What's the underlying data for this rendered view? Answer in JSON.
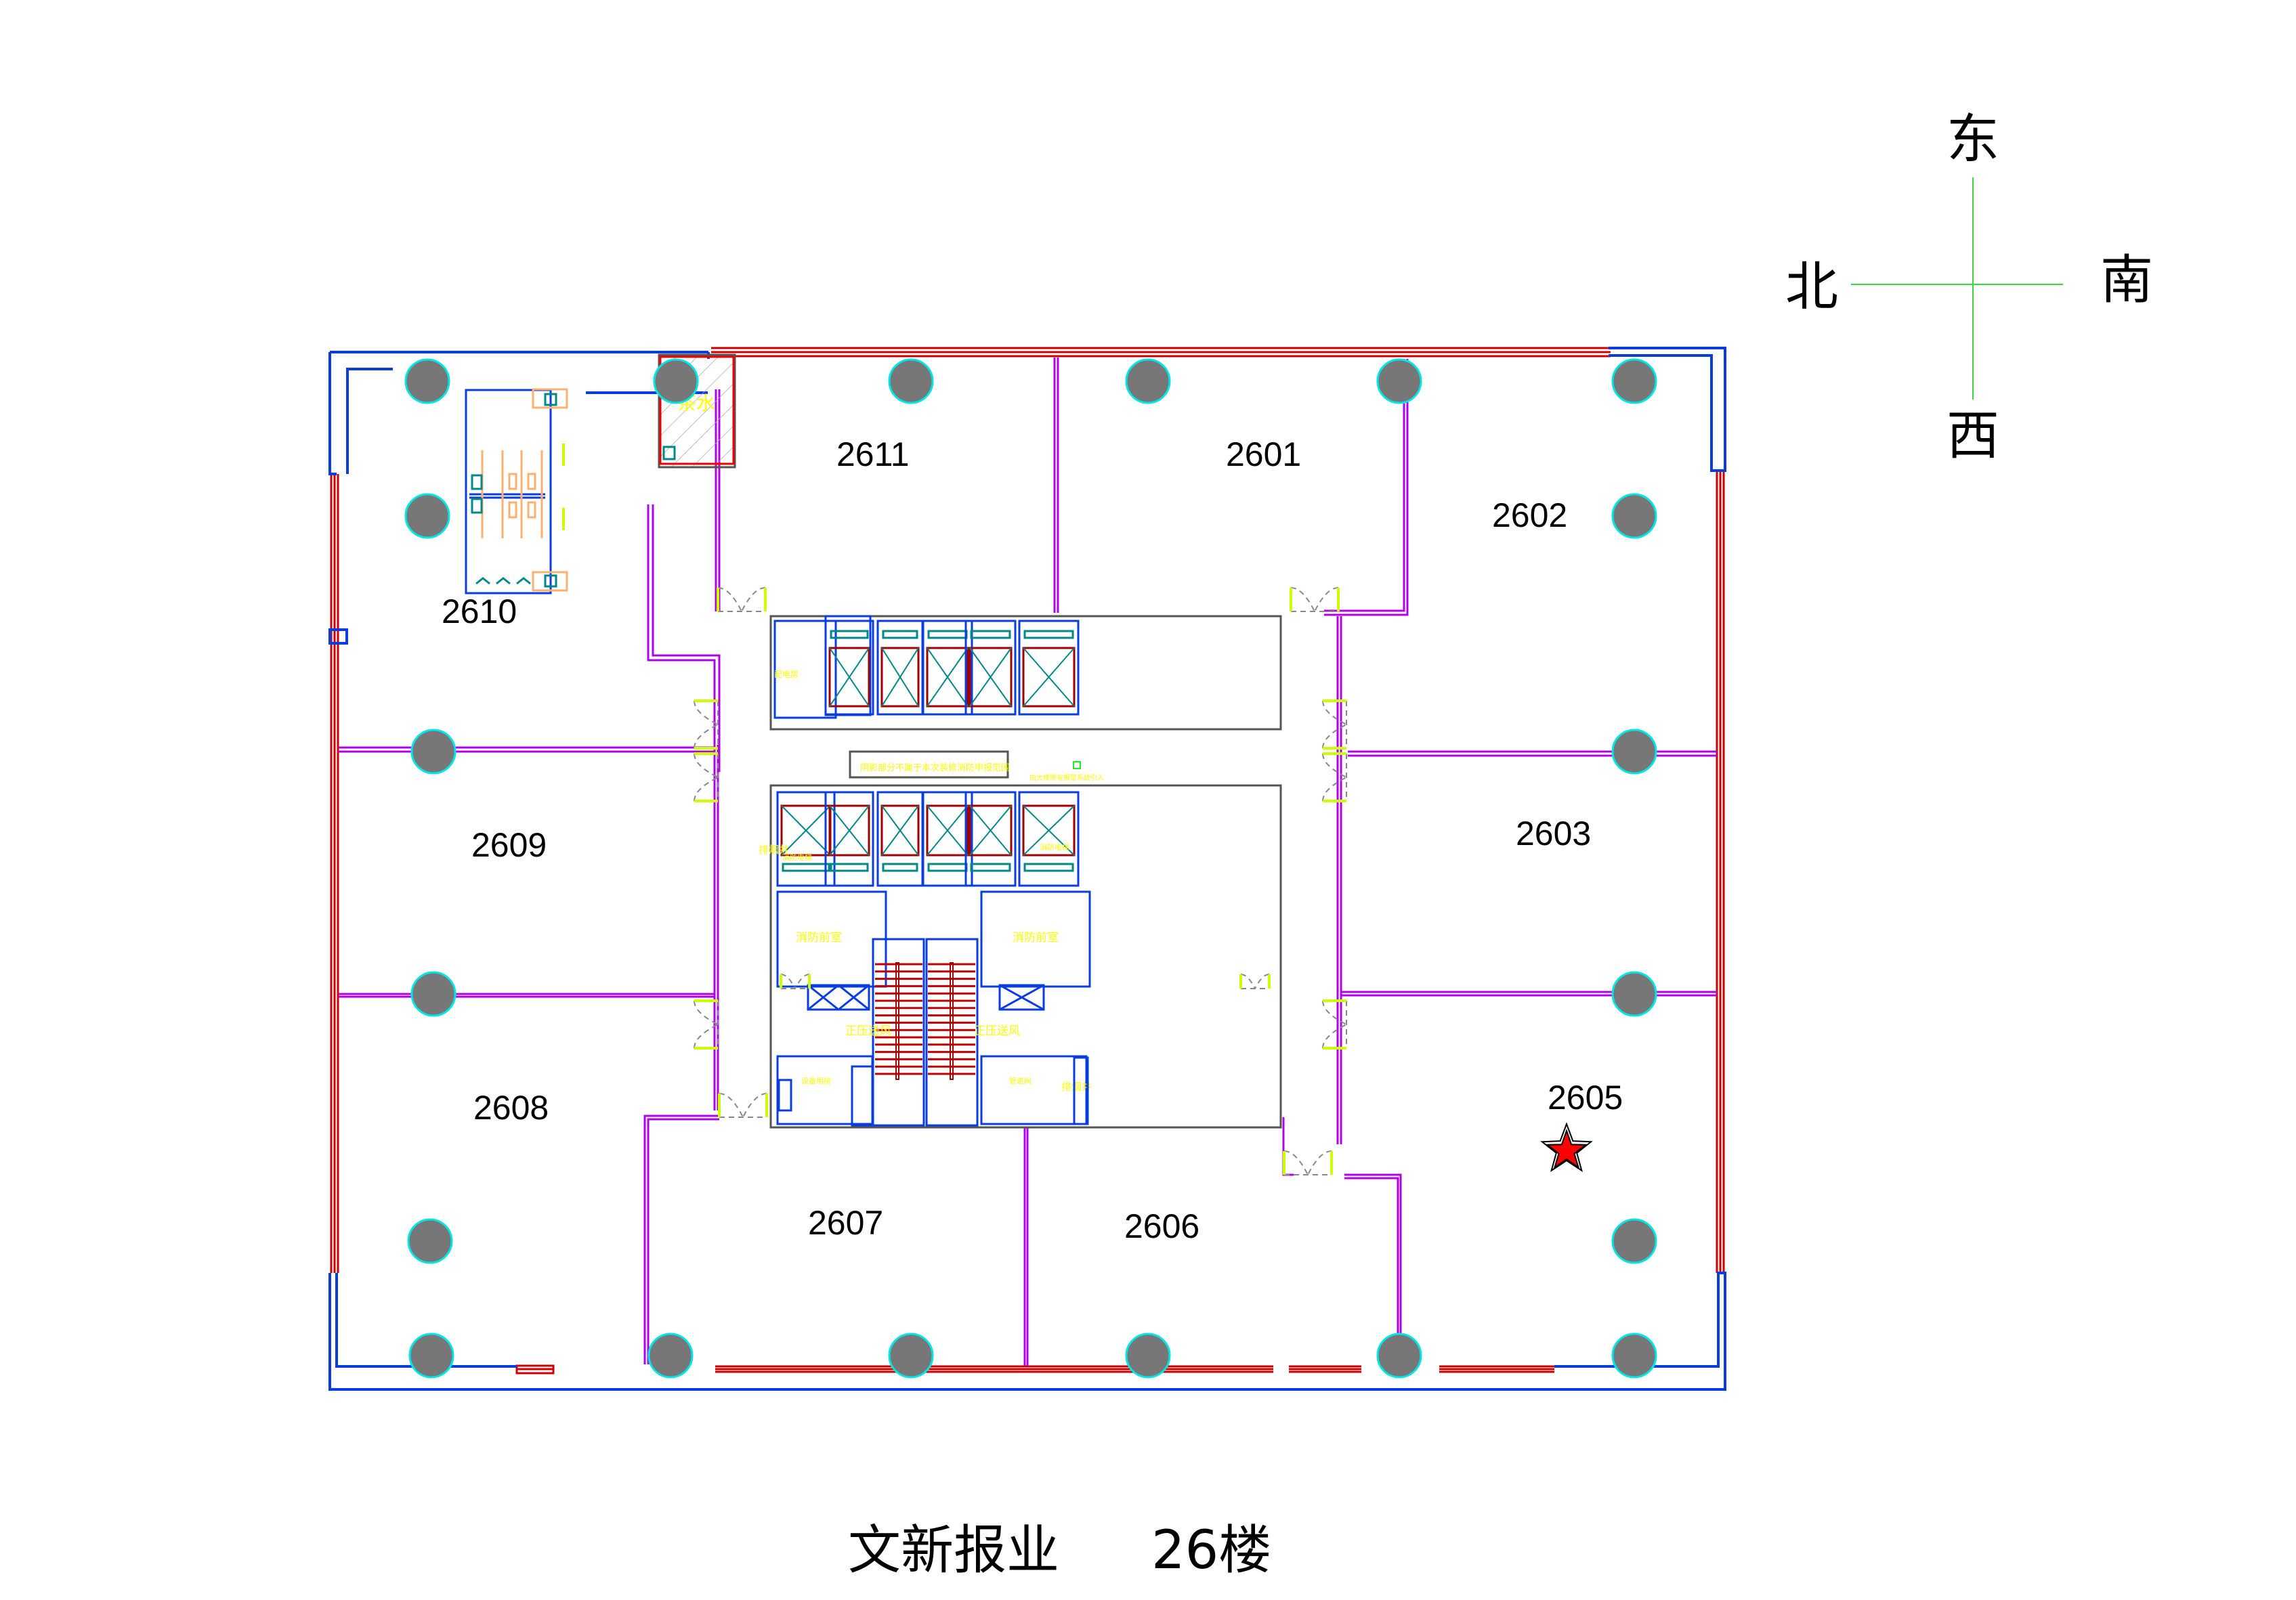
{
  "title": {
    "company": "文新报业",
    "floor": "26楼"
  },
  "compass": {
    "top": "东",
    "bottom": "西",
    "left": "北",
    "right": "南"
  },
  "rooms": [
    {
      "id": "2601",
      "label": "2601"
    },
    {
      "id": "2602",
      "label": "2602"
    },
    {
      "id": "2603",
      "label": "2603"
    },
    {
      "id": "2605",
      "label": "2605"
    },
    {
      "id": "2606",
      "label": "2606"
    },
    {
      "id": "2607",
      "label": "2607"
    },
    {
      "id": "2608",
      "label": "2608"
    },
    {
      "id": "2609",
      "label": "2609"
    },
    {
      "id": "2610",
      "label": "2610"
    },
    {
      "id": "2611",
      "label": "2611"
    }
  ],
  "core_labels": {
    "tea_room": "茶水",
    "power_room": "配电房",
    "shaded_note": "阴影部分不属于本次装修消防申报范围",
    "alarm_note": "由大楼原有报警系统引入",
    "fire_elevator": "消防电梯",
    "fire_lobby": "消防前室",
    "pressurization": "正压送风",
    "equipment_room": "设备用房",
    "pipe_room": "管道间",
    "smoke_shaft": "排烟井"
  },
  "marker": {
    "room": "2605",
    "icon": "star-icon",
    "color": "#ff0000"
  },
  "colors": {
    "exterior_wall": "#0a3de0",
    "glass_curtain": "#cc0000",
    "partition": "#b000e8",
    "column": "#777777",
    "compass_line": "#33dd33",
    "annotation": "#ffff00"
  }
}
